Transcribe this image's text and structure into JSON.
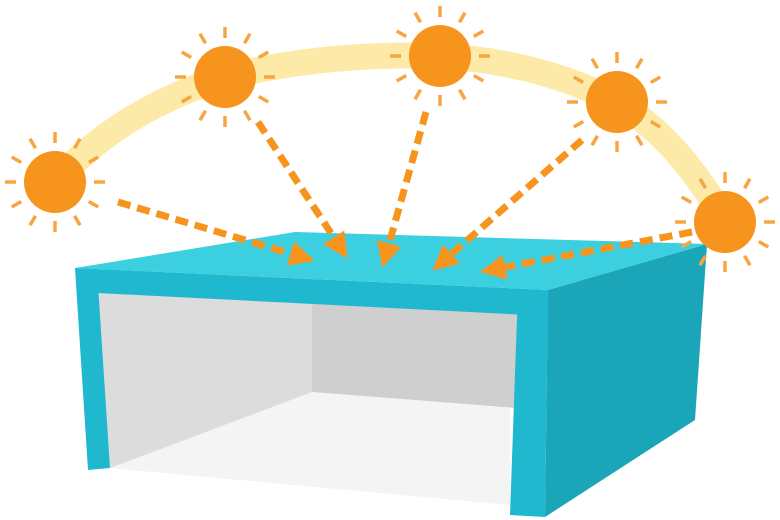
{
  "diagram": {
    "colors": {
      "sun": "#f7941d",
      "sun_ray": "#f7a540",
      "sun_path": "#fdeaa8",
      "arrow": "#f7941d",
      "roof_top": "#3ccfe0",
      "roof_front": "#1fb8cf",
      "side_wall": "#1aa5b8",
      "inner_back_left": "#dcdcdc",
      "inner_back_right": "#cfcfcf",
      "floor": "#f4f4f4"
    },
    "suns": [
      {
        "name": "sun-position-1"
      },
      {
        "name": "sun-position-2"
      },
      {
        "name": "sun-position-3"
      },
      {
        "name": "sun-position-4"
      },
      {
        "name": "sun-position-5"
      }
    ],
    "building": {
      "name": "building-cutaway"
    }
  }
}
